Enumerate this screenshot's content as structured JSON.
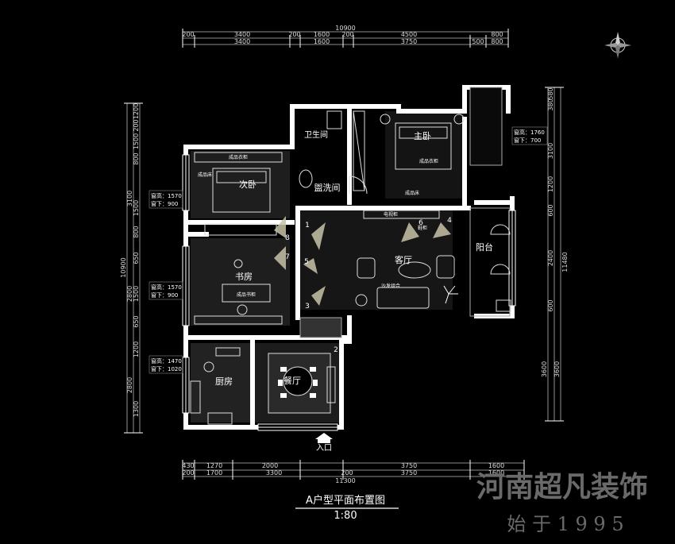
{
  "title": "A户型平面布置图",
  "scale": "1:80",
  "entrance_label": "入口",
  "watermark": {
    "name": "河南超凡装饰",
    "since": "始 于 1 9 9 5"
  },
  "rooms": {
    "master_bedroom": "主卧",
    "second_bedroom": "次卧",
    "bathroom": "卫生间",
    "laundry": "盥洗间",
    "living_room": "客厅",
    "balcony": "阳台",
    "study": "书房",
    "dining_room": "餐厅",
    "kitchen": "厨房"
  },
  "furniture_labels": {
    "sofa_combo": "沙发组合",
    "desk_bookcase": "成品书柜",
    "tv_cabinet": "电视柜",
    "wardrobe_master": "成品衣柜",
    "bed_master": "成品床",
    "wardrobe_second": "成品衣柜",
    "bed_second": "成品床",
    "shoe_cabinet": "鞋柜"
  },
  "window_notes": [
    {
      "height": "窗高：1570",
      "sill": "窗下：900"
    },
    {
      "height": "窗高：1570",
      "sill": "窗下：900"
    },
    {
      "height": "窗高：1470",
      "sill": "窗下：1020"
    },
    {
      "height": "窗高：1760",
      "sill": "窗下：700"
    }
  ],
  "view_markers": [
    "1",
    "2",
    "3",
    "4",
    "5",
    "6",
    "7",
    "8"
  ],
  "dimensions": {
    "top_total": "10900",
    "top_row1": [
      "200",
      "3400",
      "200",
      "1600",
      "200",
      "4500",
      "800"
    ],
    "top_row2": [
      "3400",
      "1600",
      "3750",
      "500",
      "800"
    ],
    "bottom_total": "11300",
    "bottom_row1": [
      "430",
      "1270",
      "2000",
      "3750",
      "1600"
    ],
    "bottom_row2": [
      "200",
      "1700",
      "3300",
      "200",
      "3750",
      "1600"
    ],
    "left_total": "10900",
    "left_col": [
      "1200",
      "200",
      "1500",
      "800",
      "3100",
      "1500",
      "800",
      "650",
      "1500",
      "2800",
      "650",
      "1200",
      "2800",
      "1300"
    ],
    "right_total": "11480",
    "right_col": [
      "580",
      "380",
      "3100",
      "1200",
      "600",
      "2400",
      "600",
      "3600",
      "3600"
    ]
  }
}
